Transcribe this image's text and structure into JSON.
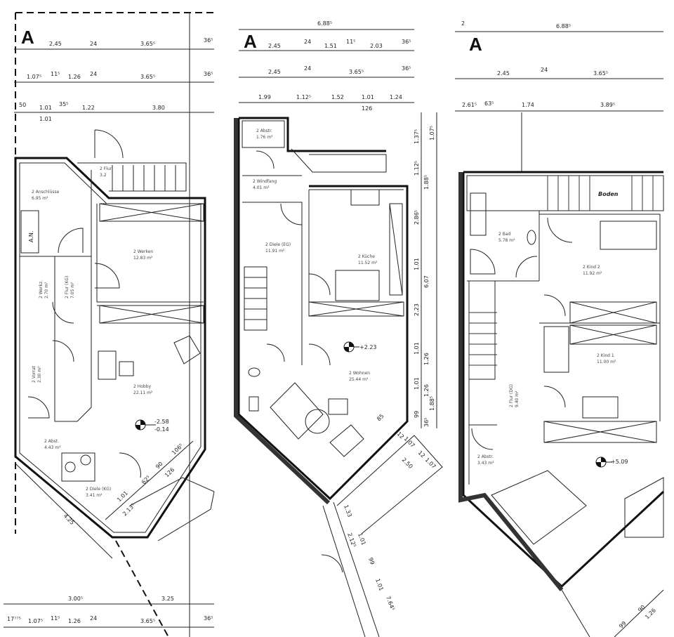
{
  "panels": [
    {
      "title": "A",
      "dims_row1": [
        "2.45",
        "24",
        "3.65⁵",
        "36⁵"
      ],
      "dims_row2": [
        "1.07⁵",
        "11⁵",
        "1.26",
        "24",
        "3.65⁵",
        "36⁵"
      ],
      "dims_row3": [
        "50",
        "1.01",
        "35⁵",
        "1.22",
        "3.80",
        "1.01"
      ],
      "dims_bottom1": [
        "3.00⁵",
        "3.25"
      ],
      "dims_bottom2": [
        "17⁷⁷⁵",
        "1.07⁵",
        "11⁵",
        "1.26",
        "24",
        "3.65⁵",
        "36⁵"
      ],
      "dims_diag": [
        "4.25",
        "62⁵",
        "90",
        "106⁵",
        "126",
        "1.01",
        "2.13⁵"
      ],
      "rooms": [
        {
          "name": "2 Anschlüsse",
          "area": "6.95 m²"
        },
        {
          "name": "2 Werken",
          "area": "12.83 m²"
        },
        {
          "name": "2 Werkz.",
          "area": "2.70 m²"
        },
        {
          "name": "2 Flur (KG)",
          "area": "7.05 m²"
        },
        {
          "name": "2 Vorrat",
          "area": "2.30 m²"
        },
        {
          "name": "2 Hobby",
          "area": "22.11 m²"
        },
        {
          "name": "2 Abst.",
          "area": "4.43 m²"
        },
        {
          "name": "2 Diele (KG)",
          "area": "3.41 m²"
        },
        {
          "name": "2 Flur",
          "area": "3.2"
        }
      ],
      "an_label": "A.N.",
      "level": [
        "-2.58",
        "-0.14"
      ]
    },
    {
      "title": "A",
      "dims_top": "6.88⁵",
      "dims_row1": [
        "2.45",
        "24",
        "1.51",
        "11⁵",
        "2.03",
        "36⁵"
      ],
      "dims_row2": [
        "2.45",
        "24",
        "3.65⁵",
        "36⁵"
      ],
      "dims_row3": [
        "1.99",
        "1.12⁵",
        "1.52",
        "1.01",
        "1.24",
        "126"
      ],
      "dims_right1": [
        "1.37⁵",
        "1.12⁵",
        "2.86⁵",
        "1.01",
        "2.23",
        "1.01",
        "1.01",
        "99"
      ],
      "dims_right2": [
        "1.07⁵",
        "1.88⁵",
        "6.07",
        "1.26",
        "1.26",
        "1.88⁵",
        "36⁵"
      ],
      "dims_diag": [
        "85",
        "12",
        "1.07",
        "12",
        "1.07",
        "2.50",
        "1.33",
        "1.01",
        "2.12⁵",
        "99",
        "1.01",
        "7.64⁵"
      ],
      "rooms": [
        {
          "name": "2 Abstr.",
          "area": "1.76 m²"
        },
        {
          "name": "2 Windfang",
          "area": "4.01 m²"
        },
        {
          "name": "2 Diele (EG)",
          "area": "11.91 m²"
        },
        {
          "name": "2 Küche",
          "area": "11.52 m²"
        },
        {
          "name": "2 Wohnen",
          "area": "25.44 m²"
        }
      ],
      "level": "+2.23"
    },
    {
      "title": "A",
      "dims_top": [
        "2",
        "6.88⁵"
      ],
      "dims_row2": [
        "2.45",
        "24",
        "3.65⁵"
      ],
      "dims_row3": [
        "2.61⁵",
        "63⁵",
        "1.74",
        "3.89⁵"
      ],
      "dims_bottom": [
        "99",
        "90",
        "1.26"
      ],
      "attic_label": "Boden",
      "rooms": [
        {
          "name": "2 Bad",
          "area": "5.78 m²"
        },
        {
          "name": "2 Kind 2",
          "area": "11.92 m²"
        },
        {
          "name": "2 Kind 1",
          "area": "11.00 m²"
        },
        {
          "name": "2 Flur (DG)",
          "area": "9.40 m²"
        },
        {
          "name": "2 Abstr.",
          "area": "3.43 m²"
        }
      ],
      "level": "+5.09"
    }
  ]
}
